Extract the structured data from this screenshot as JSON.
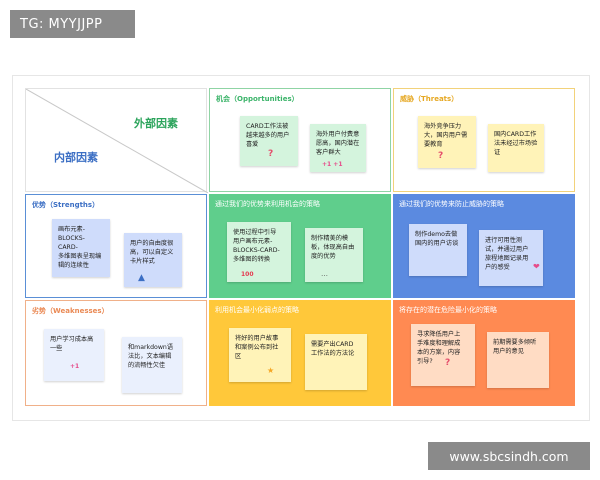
{
  "top_tag": "TG: MYYJJPP",
  "bottom_tag": "www.sbcsindh.com",
  "diagonal": {
    "external": "外部因素",
    "internal": "内部因素"
  },
  "headers": {
    "opportunities": "机会（Opportunities）",
    "threats": "威胁（Threats）",
    "strengths": "优势（Strengths）",
    "weaknesses": "劣势（Weaknesses）"
  },
  "strategies": {
    "so": "通过我们的优势来利用机会的策略",
    "st": "通过我们的优势来防止威胁的策略",
    "wo": "利用机会最小化弱点的策略",
    "wt": "将存在的潜在危险最小化的策略"
  },
  "stickies": {
    "opp_1": "CARD工作法被\n越来越多的用户\n喜爱",
    "opp_2": "海外用户付费意\n愿高，国内潜在\n客户群大",
    "thr_1": "海外竞争压力\n大，国内用户需\n要教育",
    "thr_2": "国内CARD工作\n法未经过市场验\n证",
    "str_1": "画布元素-\nBLOCKS-CARD-\n多维图表呈现编\n辑的连续性",
    "str_2": "用户的自由度很\n高，可以自定义\n卡片样式",
    "so_1": "使用过程中引导\n用户画布元素-\nBLOCKS-CARD-\n多维图的转换",
    "so_2": "制作精美的模\n板，体现高自由\n度的优势",
    "st_1": "制作demo去做\n国内的用户访谈",
    "st_2": "进行可用性测\n试，并通过用户\n旅程地图记录用\n户的感受",
    "wk_1": "用户学习成本高\n一些",
    "wk_2": "和markdown语\n法比，文本编辑\n的流畅性欠佳",
    "wo_1": "将好的用户故事\n和案例公布到社\n区",
    "wo_2": "需要产出CARD\n工作法的方法论",
    "wt_1": "寻求降低用户上\n手难度和理解成\n本的方案，内容\n引导?",
    "wt_2": "前期需要多倾听\n用户的意见"
  },
  "colors": {
    "opportunities_border": "#8fd4a4",
    "threats_border": "#f2d27a",
    "strengths_border": "#5a8fd6",
    "weaknesses_border": "#f0b089",
    "so_fill": "#5fce8c",
    "st_fill": "#5b8ae0",
    "wo_fill": "#ffc83a",
    "wt_fill": "#ff8a52",
    "opp_title": "#3cb46a",
    "thr_title": "#e6a823",
    "str_title": "#3c6fc4",
    "wk_title": "#ea8a55",
    "external_text": "#2ca45c",
    "internal_text": "#3c6fc4",
    "sticky_green": "#d4f4dd",
    "sticky_yellow": "#fff3b8",
    "sticky_blue": "#cfdcfb",
    "sticky_orange": "#ffdcc4",
    "sticky_white": "#eaf0fd"
  }
}
